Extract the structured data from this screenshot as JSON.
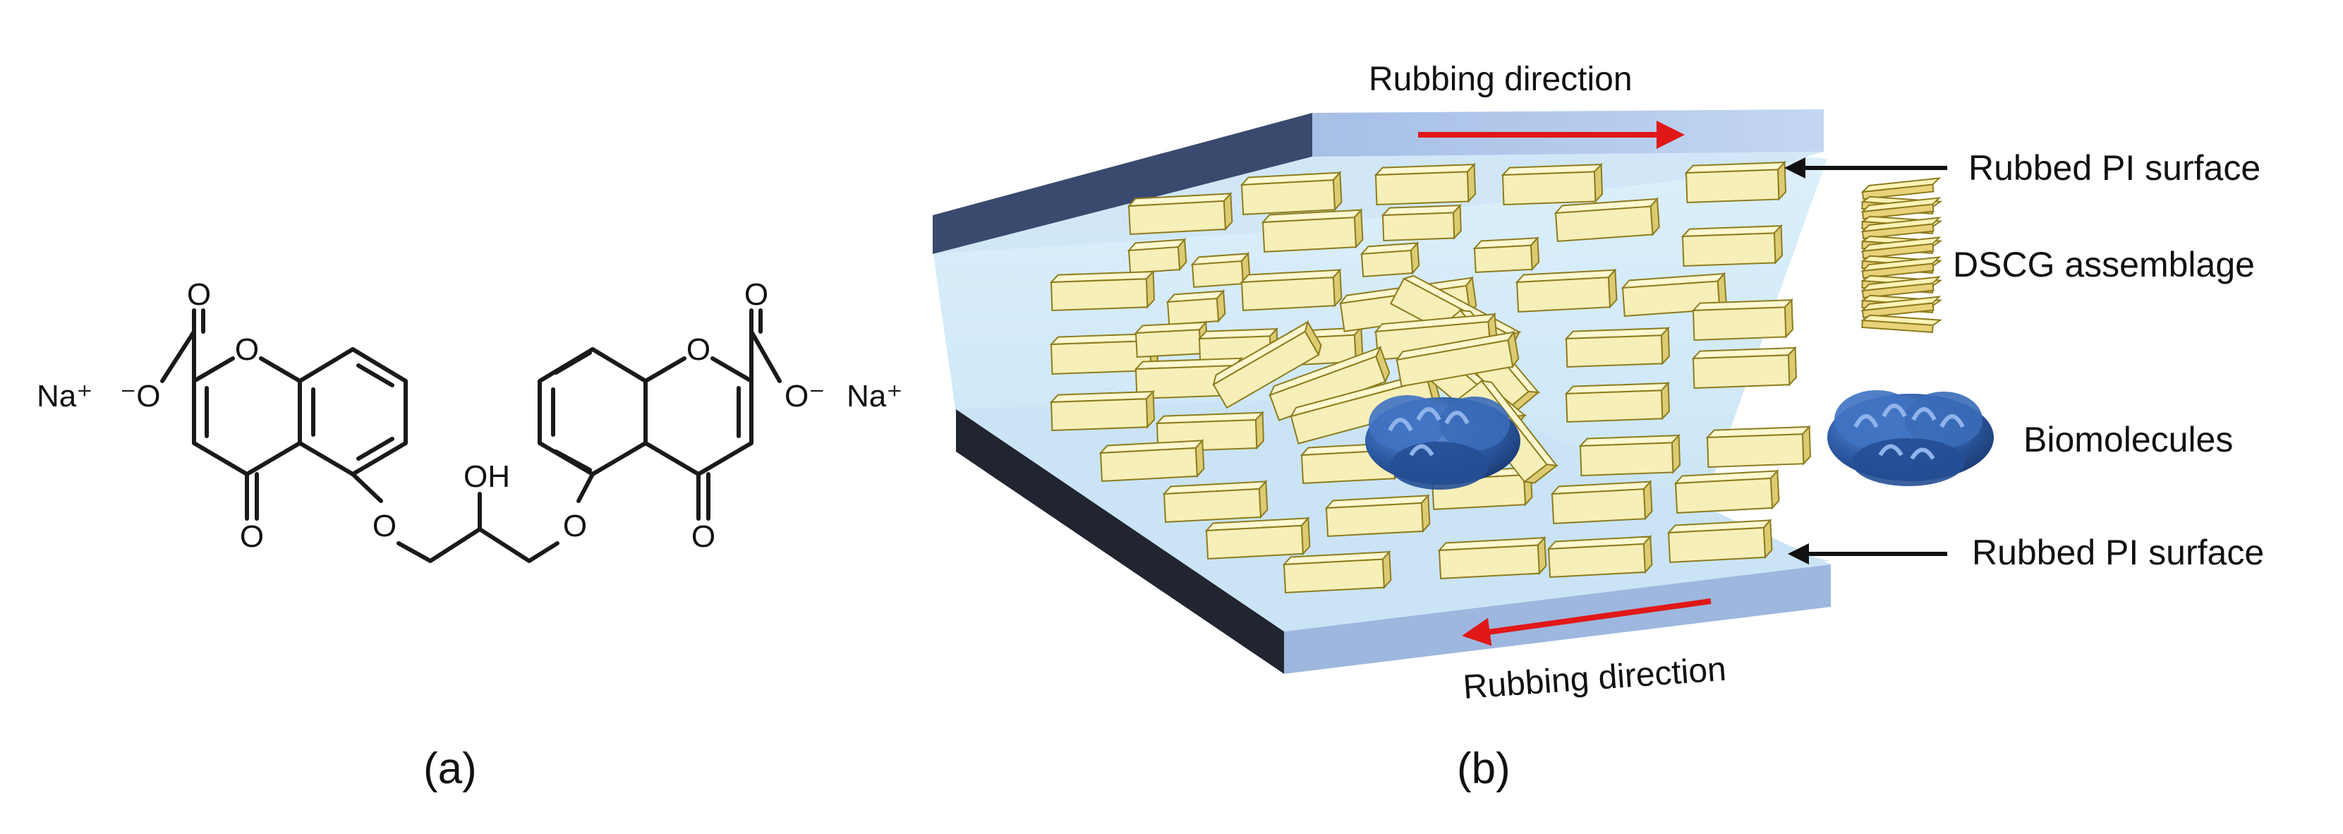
{
  "panel_a": {
    "caption": "(a)",
    "atoms": {
      "na_left": "Na⁺",
      "na_right": "Na⁺",
      "carboxylate_o_left": "⁻O",
      "carboxylate_o_right": "O⁻",
      "carbonyl_o": "O",
      "ring_o": "O",
      "hydroxyl": "OH",
      "ether_o": "O"
    }
  },
  "panel_b": {
    "caption": "(b)",
    "rubbing_top": "Rubbing direction",
    "rubbing_bottom": "Rubbing direction",
    "rubbed_pi_top": "Rubbed PI surface",
    "rubbed_pi_bottom": "Rubbed PI surface",
    "dscg_assemblage": "DSCG assemblage",
    "biomolecules": "Biomolecules"
  },
  "colors": {
    "plate_top": "#b8cff0",
    "plate_edge": "#3a4a6e",
    "plate_glass": "#cfe6f7",
    "arrow_red": "#e01818",
    "brick_face": "#f7efb8",
    "brick_side": "#dccb72",
    "brick_edge": "#8d7c1e",
    "biomolecule": "#2f5ea8"
  }
}
